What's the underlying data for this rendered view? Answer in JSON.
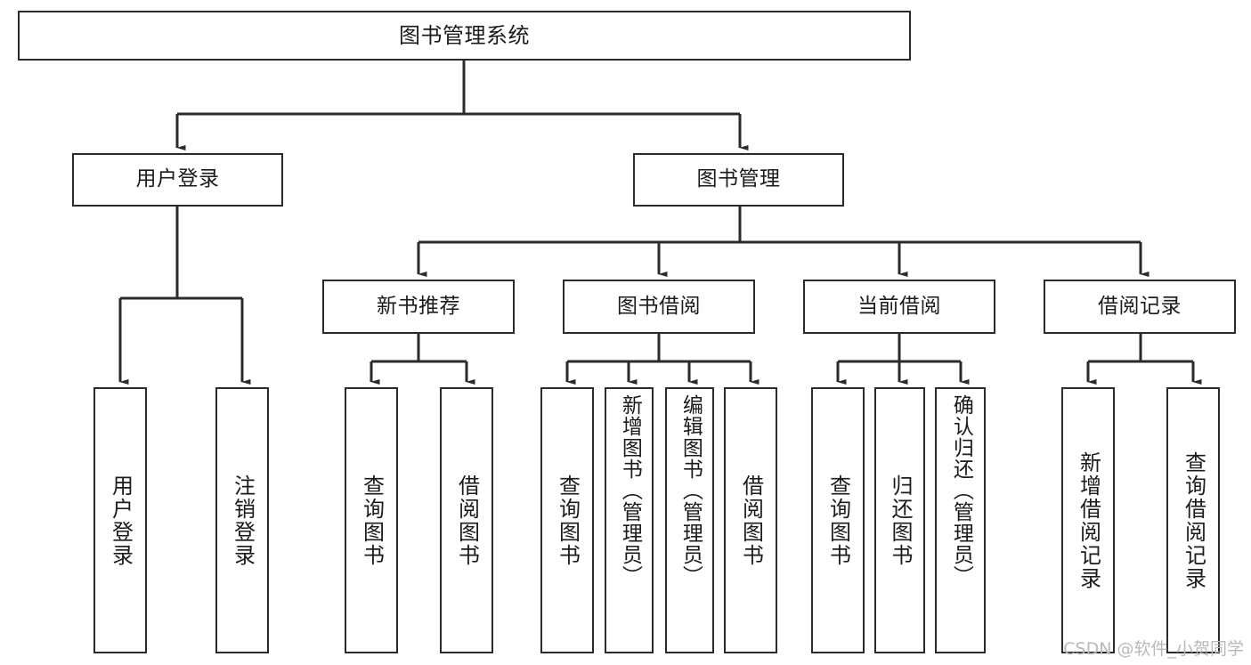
{
  "diagram": {
    "title": "图书管理系统",
    "type": "tree-hierarchy",
    "watermark": "CSDN @软件_小贺同学",
    "stroke_color": "#2b2b2b",
    "fill_color": "#ffffff",
    "text_color": "#1b1b1b",
    "nodes": {
      "root": {
        "label": "图书管理系统"
      },
      "level2": [
        {
          "label": "用户登录"
        },
        {
          "label": "图书管理"
        }
      ],
      "level3": [
        {
          "label": "新书推荐"
        },
        {
          "label": "图书借阅"
        },
        {
          "label": "当前借阅"
        },
        {
          "label": "借阅记录"
        }
      ],
      "leaves": {
        "user_login": [
          {
            "label": "用户登录"
          },
          {
            "label": "注销登录"
          }
        ],
        "new_book": [
          {
            "label": "查询图书"
          },
          {
            "label": "借阅图书"
          }
        ],
        "book_borrow": [
          {
            "label": "查询图书"
          },
          {
            "label": "新增图书（管理员）"
          },
          {
            "label": "编辑图书（管理员）"
          },
          {
            "label": "借阅图书"
          }
        ],
        "current_borrow": [
          {
            "label": "查询图书"
          },
          {
            "label": "归还图书"
          },
          {
            "label": "确认归还（管理员）"
          }
        ],
        "borrow_record": [
          {
            "label": "新增借阅记录"
          },
          {
            "label": "查询借阅记录"
          }
        ]
      }
    }
  }
}
